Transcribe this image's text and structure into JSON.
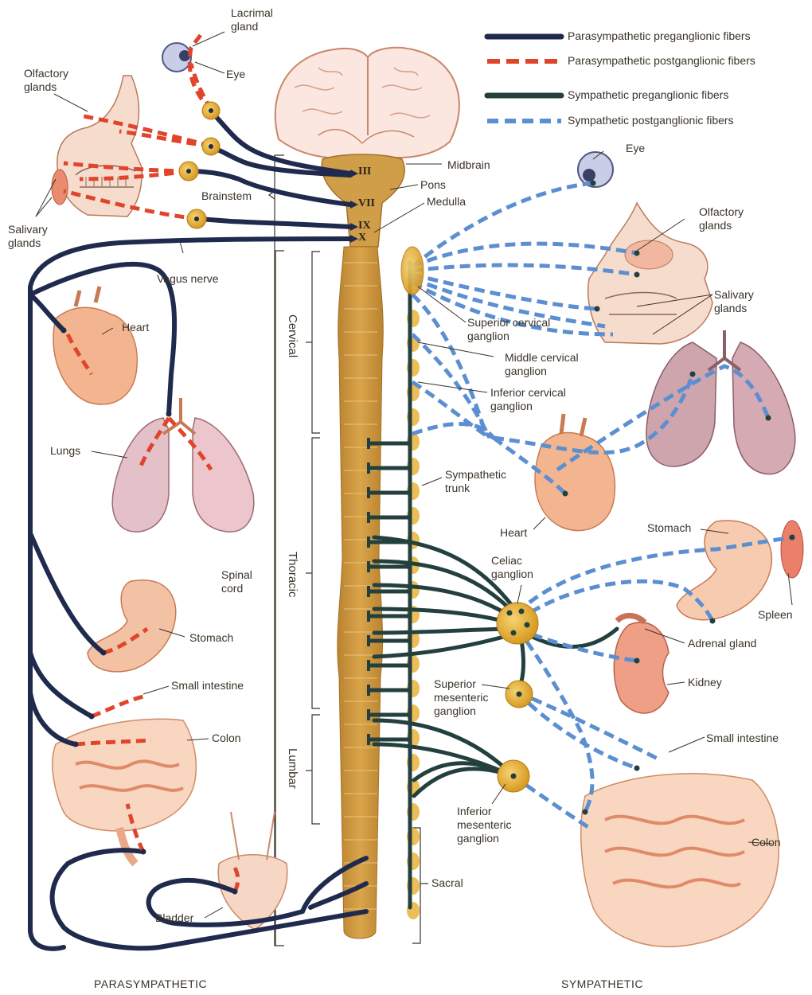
{
  "legend": {
    "parasym_pre": "Parasympathetic preganglionic fibers",
    "parasym_post": "Parasympathetic postganglionic fibers",
    "sym_pre": "Sympathetic preganglionic fibers",
    "sym_post": "Sympathetic postganglionic fibers"
  },
  "colors": {
    "parasym_pre": "#1f2a4d",
    "parasym_post": "#e0452c",
    "sym_pre": "#23403f",
    "sym_post": "#5b8fd1",
    "cord": "#c9953e",
    "ganglion": "#e9b33a",
    "organ": "#f1c2a6"
  },
  "nerves": {
    "iii": "III",
    "vii": "VII",
    "ix": "IX",
    "x": "X"
  },
  "parasympathetic": {
    "lacrimal": "Lacrimal\ngland",
    "eye": "Eye",
    "olfactory": "Olfactory\nglands",
    "salivary": "Salivary\nglands",
    "brainstem": "Brainstem",
    "vagus": "Vagus nerve",
    "heart": "Heart",
    "lungs": "Lungs",
    "spinal_cord": "Spinal\ncord",
    "stomach": "Stomach",
    "small_intestine": "Small intestine",
    "colon": "Colon",
    "bladder": "Bladder"
  },
  "center": {
    "midbrain": "Midbrain",
    "pons": "Pons",
    "medulla": "Medulla",
    "cervical": "Cervical",
    "thoracic": "Thoracic",
    "lumbar": "Lumbar",
    "sacral": "Sacral"
  },
  "sympathetic": {
    "eye": "Eye",
    "olfactory": "Olfactory\nglands",
    "salivary": "Salivary\nglands",
    "superior_cervical": "Superior cervical\nganglion",
    "middle_cervical": "Middle cervical\nganglion",
    "inferior_cervical": "Inferior cervical\nganglion",
    "trunk": "Sympathetic\ntrunk",
    "heart": "Heart",
    "stomach": "Stomach",
    "spleen": "Spleen",
    "celiac": "Celiac\nganglion",
    "adrenal": "Adrenal gland",
    "kidney": "Kidney",
    "superior_mesenteric": "Superior\nmesenteric\nganglion",
    "small_intestine": "Small intestine",
    "inferior_mesenteric": "Inferior\nmesenteric\nganglion",
    "colon": "Colon"
  },
  "captions": {
    "left": "PARASYMPATHETIC",
    "right": "SYMPATHETIC"
  }
}
